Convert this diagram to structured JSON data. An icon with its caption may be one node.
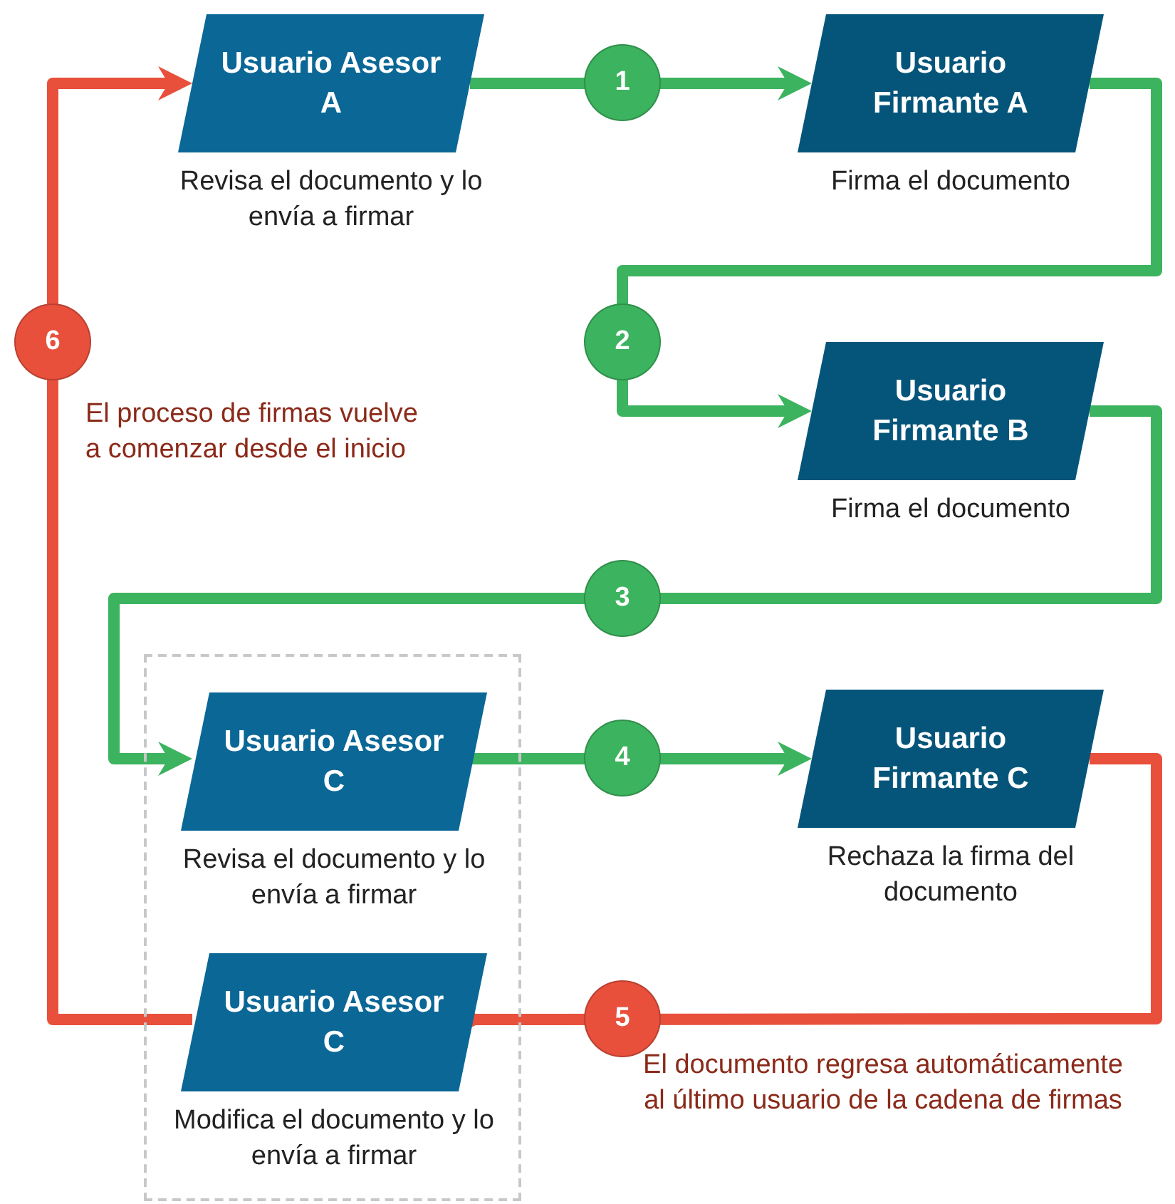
{
  "diagram": {
    "nodes": [
      {
        "text": [
          "Usuario Asesor A"
        ],
        "beside": [
          "Revisa el documento y lo envía a firmar"
        ]
      },
      {
        "text": [
          "Usuario Firmante A"
        ],
        "beside": [
          "Firma el documento"
        ]
      },
      {
        "text": [
          "Usuario Firmante B"
        ],
        "beside": [
          "Firma el documento"
        ]
      },
      {
        "text": [],
        "shape": "box"
      },
      {
        "text": [
          "Usuario Asesor C"
        ],
        "beside": [
          "Revisa el documento y lo envía a firmar"
        ],
        "in": 3
      },
      {
        "text": [
          "Usuario Firmante C"
        ],
        "beside": [
          "Rechaza la firma del documento"
        ]
      },
      {
        "text": [
          "Usuario Asesor C"
        ],
        "beside": [
          "Modifica el documento y lo envía a firmar"
        ],
        "in": 3
      }
    ],
    "edges": [
      {
        "from": 0,
        "to": 1,
        "arrow": "to",
        "label": "1"
      },
      {
        "from": 1,
        "to": 2,
        "arrow": "to",
        "label": "2"
      },
      {
        "from": 2,
        "to": 4,
        "arrow": "to",
        "label": "3"
      },
      {
        "from": 4,
        "to": 5,
        "arrow": "to",
        "label": "4"
      },
      {
        "from": 5,
        "to": 6,
        "arrow": "to",
        "label": "5",
        "color": "#e8503c"
      },
      {
        "from": 6,
        "to": 0,
        "arrow": "to",
        "label": "6",
        "color": "#e8503c"
      }
    ],
    "labels": [
      "El proceso de firmas vuelve a comenzar desde el inicio",
      "El documento regresa automáticamente al último usuario de la cadena de firmas"
    ]
  }
}
